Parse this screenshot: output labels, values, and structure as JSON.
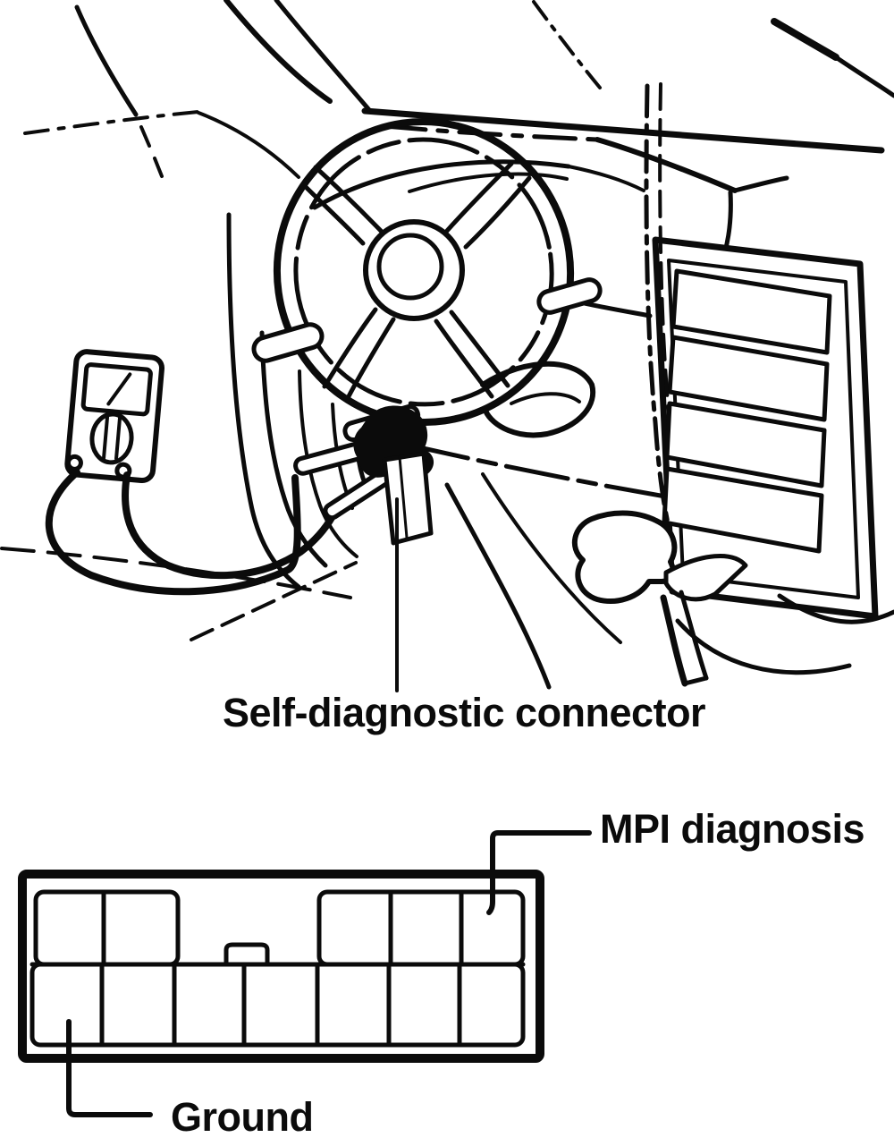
{
  "page": {
    "background": "#ffffff",
    "ink": "#0b0b0b"
  },
  "labels": {
    "self_diagnostic_connector": "Self-diagnostic connector",
    "mpi_diagnosis": "MPI diagnosis",
    "ground": "Ground"
  },
  "pinout": {
    "rows": 2,
    "top_row_left_cells": 2,
    "top_row_right_cells": 3,
    "bottom_row_cells": 7,
    "mpi_diagnosis_pin": "top row, rightmost cell",
    "ground_pin": "bottom row, leftmost cell"
  }
}
